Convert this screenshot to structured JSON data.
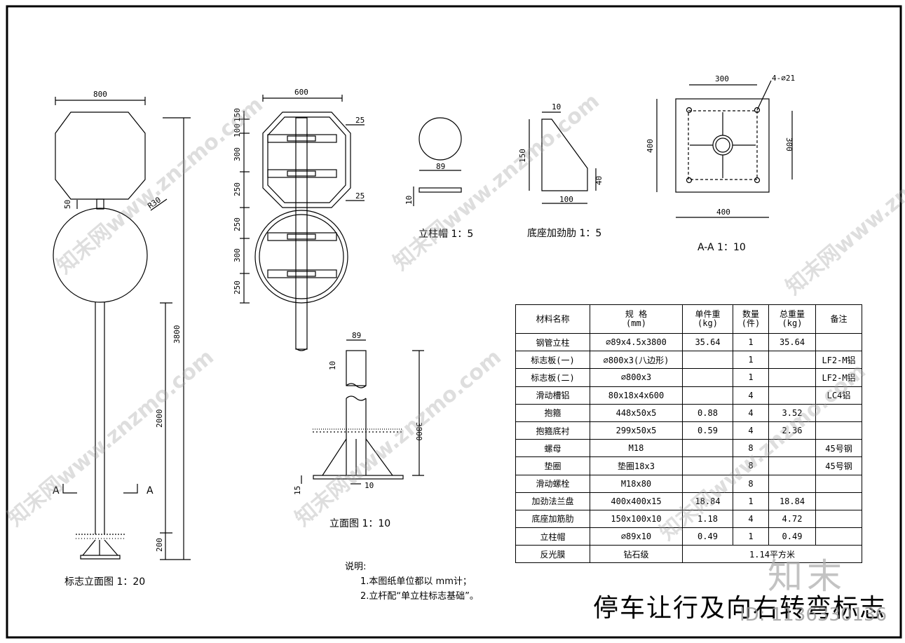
{
  "sign_elevation": {
    "dims": {
      "width": "800",
      "total_height": "3800",
      "lower": "2000",
      "base": "200",
      "gap": "50",
      "radius": "R30"
    },
    "section_marks": [
      "A",
      "A"
    ],
    "caption": "标志立面图 1：20"
  },
  "panel_view": {
    "dims": {
      "width": "600",
      "d1": "150",
      "d2": "100",
      "d3": "300",
      "d4": "250",
      "d5": "250",
      "d6": "300",
      "d7": "250",
      "flange1": "25",
      "flange2": "25"
    }
  },
  "cap_detail": {
    "dims": {
      "dia": "89",
      "thk": "10"
    },
    "caption": "立柱帽 1：5"
  },
  "rib_detail": {
    "dims": {
      "top": "10",
      "height": "150",
      "width": "100",
      "foot": "40"
    },
    "caption": "底座加劲肋 1：5"
  },
  "flange_detail": {
    "dims": {
      "bolt_spacing": "300",
      "holes": "4-⌀21",
      "height": "400",
      "inner": "300",
      "width": "400"
    },
    "caption": "A-A 1：10"
  },
  "post_elevation": {
    "dims": {
      "dia": "89",
      "cap": "10",
      "height": "3800",
      "base": "15",
      "rib": "10"
    },
    "caption": "立面图 1：10"
  },
  "material_table": {
    "headers": [
      "材料名称",
      "规 格\n(mm)",
      "单件重\n(kg)",
      "数量\n(件)",
      "总重量\n(kg)",
      "备注"
    ],
    "rows": [
      [
        "钢管立柱",
        "⌀89x4.5x3800",
        "35.64",
        "1",
        "35.64",
        ""
      ],
      [
        "标志板(一)",
        "⌀800x3(八边形)",
        "",
        "1",
        "",
        "LF2-M铝"
      ],
      [
        "标志板(二)",
        "⌀800x3",
        "",
        "1",
        "",
        "LF2-M铝"
      ],
      [
        "滑动槽铝",
        "80x18x4x600",
        "",
        "4",
        "",
        "LC4铝"
      ],
      [
        "抱箍",
        "448x50x5",
        "0.88",
        "4",
        "3.52",
        ""
      ],
      [
        "抱箍底衬",
        "299x50x5",
        "0.59",
        "4",
        "2.36",
        ""
      ],
      [
        "螺母",
        "M18",
        "",
        "8",
        "",
        "45号钢"
      ],
      [
        "垫圈",
        "垫圈18x3",
        "",
        "8",
        "",
        "45号钢"
      ],
      [
        "滑动螺栓",
        "M18x80",
        "",
        "8",
        "",
        ""
      ],
      [
        "加劲法兰盘",
        "400x400x15",
        "18.84",
        "1",
        "18.84",
        ""
      ],
      [
        "底座加筋肋",
        "150x100x10",
        "1.18",
        "4",
        "4.72",
        ""
      ],
      [
        "立柱帽",
        "⌀89x10",
        "0.49",
        "1",
        "0.49",
        ""
      ]
    ],
    "last_row": {
      "name": "反光膜",
      "spec": "钻石级",
      "note": "1.14平方米"
    }
  },
  "notes": {
    "heading": "说明:",
    "items": [
      "1.本图纸单位都以 mm计；",
      "2.立杆配“单立柱标志基础”。"
    ]
  },
  "drawing_title": "停车让行及向右转弯标志",
  "watermarks": {
    "site": "知末网www.znzmo.com",
    "brand": "知末",
    "id": "ID: 1136330136"
  }
}
